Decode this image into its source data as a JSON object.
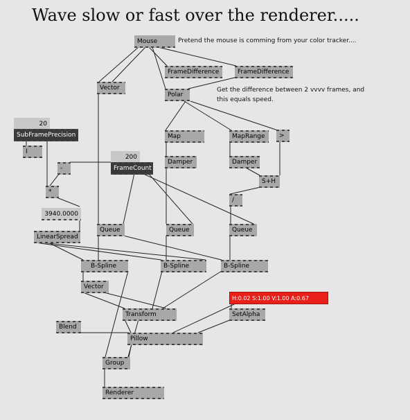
{
  "title": "Wave slow or fast over the renderer.....",
  "comments": {
    "mouse": "Pretend the mouse is comming from your color tracker....",
    "speed_line1": "Get the difference between 2 vvvv frames, and",
    "speed_line2": "this equals speed."
  },
  "nodes": {
    "mouse": "Mouse",
    "framediff1": "FrameDifference",
    "framediff2": "FrameDifference",
    "vector_top": "Vector",
    "polar": "Polar",
    "subframe_value": "20",
    "subframe": "SubFramePrecision",
    "div_small": "I",
    "minus": "-",
    "multiply": "*",
    "framecount_value": "200",
    "framecount": "FrameCount",
    "map": "Map",
    "maprange": "MapRange",
    "greater": ">",
    "damper1": "Damper",
    "damper2": "Damper",
    "sh": "S+H",
    "divide": "/",
    "number_3940": "3940.0000",
    "linearspread": "LinearSpread",
    "queue1": "Queue",
    "queue2": "Queue",
    "queue3": "Queue",
    "bspline1": "B-Spline",
    "bspline2": "B-Spline",
    "bspline3": "B-Spline",
    "vector_bottom": "Vector",
    "transform": "Transform",
    "color": "H:0.02  S:1.00  V:1.00  A:0.67",
    "setalpha": "SetAlpha",
    "blend": "Blend",
    "pillow": "Pillow",
    "group": "Group",
    "renderer": "Renderer"
  },
  "colors": {
    "background": "#e6e6e6",
    "node": "#a8a8a8",
    "node_dark": "#3a3a3a",
    "color_box": "#e8201a",
    "wire": "#222222"
  }
}
